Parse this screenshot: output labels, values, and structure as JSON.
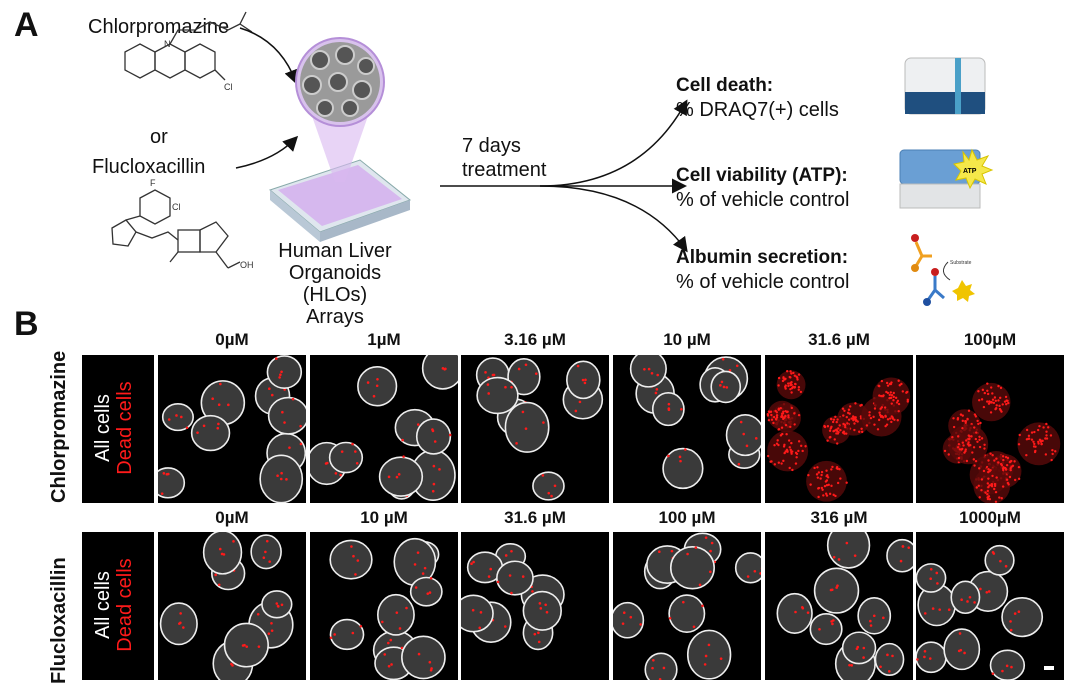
{
  "panel_a": {
    "label": "A",
    "drug1": "Chlorpromazine",
    "or": "or",
    "drug2": "Flucloxacillin",
    "hlo_lines": [
      "Human Liver",
      "Organoids (HLOs)",
      "Arrays"
    ],
    "treatment_lines": [
      "7 days",
      "treatment"
    ],
    "readouts": [
      {
        "title": "Cell death:",
        "sub": "% DRAQ7(+) cells"
      },
      {
        "title": "Cell viability (ATP):",
        "sub": "% of vehicle control"
      },
      {
        "title": "Albumin secretion:",
        "sub": "% of vehicle control"
      }
    ],
    "atp_badge": "ATP",
    "substrate": "Substrate",
    "structure_labels": {
      "cl": "Cl",
      "n": "N",
      "f": "F",
      "oh": "OH"
    }
  },
  "panel_b": {
    "label": "B",
    "legend": {
      "all": "All cells",
      "dead": "Dead cells"
    },
    "rows": [
      {
        "drug": "Chlorpromazine",
        "concs": [
          "0µM",
          "1µM",
          "3.16 µM",
          "10 µM",
          "31.6 µM",
          "100µM"
        ],
        "dead_level": [
          0.1,
          0.12,
          0.15,
          0.2,
          0.9,
          0.95
        ]
      },
      {
        "drug": "Flucloxacillin",
        "concs": [
          "0µM",
          "10 µM",
          "31.6 µM",
          "100 µM",
          "316 µM",
          "1000µM"
        ],
        "dead_level": [
          0.1,
          0.12,
          0.12,
          0.12,
          0.15,
          0.18
        ]
      }
    ]
  },
  "colors": {
    "dead": "#ff1a1a",
    "live": "#ffffff",
    "plate": "#c9a5e6"
  }
}
